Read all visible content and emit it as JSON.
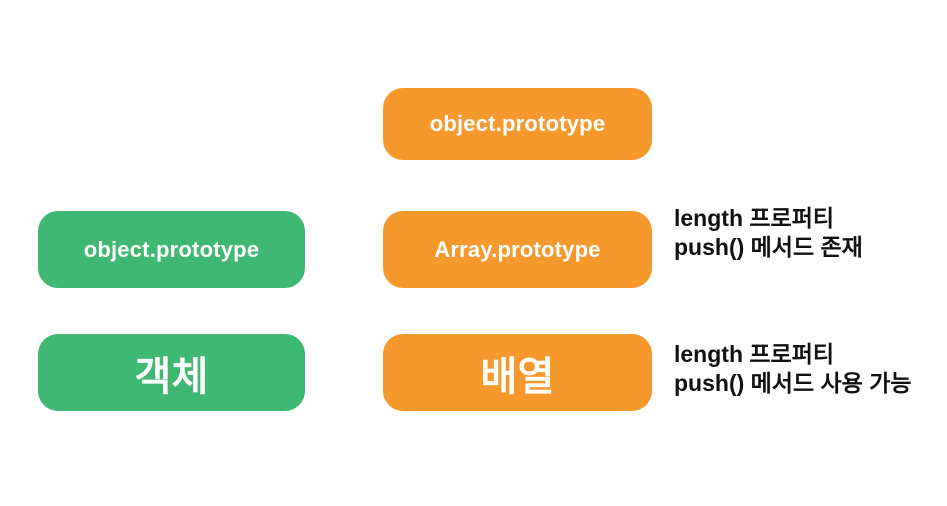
{
  "page": {
    "background": "#ffffff"
  },
  "colors": {
    "orange": "#F5992D",
    "green": "#3EB873",
    "box_text": "#ffffff",
    "annotation_text": "#111111"
  },
  "diagram": {
    "boxes": [
      {
        "id": "top-orange",
        "label": "object.prototype",
        "color": "#F5992D"
      },
      {
        "id": "mid-green",
        "label": "object.prototype",
        "color": "#3EB873"
      },
      {
        "id": "mid-orange",
        "label": "Array.prototype",
        "color": "#F5992D"
      },
      {
        "id": "bottom-green",
        "label": "객체",
        "color": "#3EB873"
      },
      {
        "id": "bottom-orange",
        "label": "배열",
        "color": "#F5992D"
      }
    ],
    "annotations": [
      {
        "id": "array-prototype-note",
        "lines": [
          "length 프로퍼티",
          "push() 메서드 존재"
        ]
      },
      {
        "id": "array-instance-note",
        "lines": [
          "length 프로퍼티",
          "push() 메서드 사용 가능"
        ]
      }
    ]
  }
}
